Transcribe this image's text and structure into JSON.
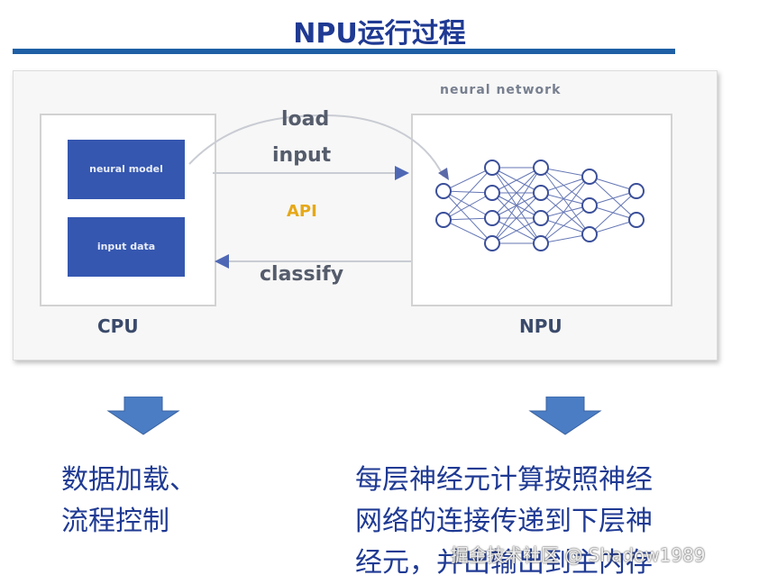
{
  "title": "NPU运行过程",
  "diagram": {
    "neural_network_label": "neural network",
    "neural_model_label": "neural model",
    "input_data_label": "input data",
    "load_label": "load",
    "input_label": "input",
    "api_label": "API",
    "classify_label": "classify",
    "cpu_label": "CPU",
    "npu_label": "NPU"
  },
  "captions": {
    "left": [
      "数据加载、",
      "流程控制"
    ],
    "right": [
      "每层神经元计算按照神经",
      "网络的连接传递到下层神",
      "经元，并出输出到主内存"
    ]
  },
  "watermark": "掘金技术社区 @ Shadow1989",
  "colors": {
    "title": "#1f3a93",
    "bar": "#1f5fa5",
    "block": "#3557b0",
    "api": "#e6a817",
    "arrow": "#4a7dc4"
  }
}
